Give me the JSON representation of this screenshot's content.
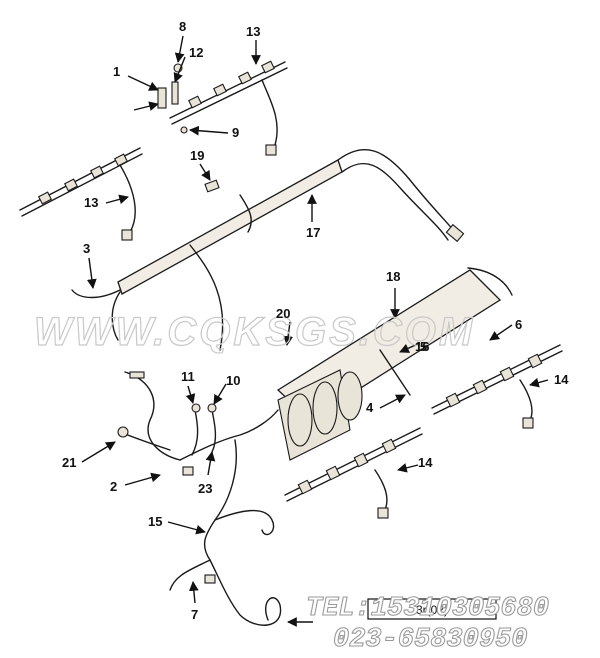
{
  "callouts": [
    "1",
    "2",
    "3",
    "4",
    "5",
    "6",
    "7",
    "8",
    "9",
    "10",
    "11",
    "12",
    "13",
    "13",
    "14",
    "14",
    "15",
    "16",
    "17",
    "18",
    "19",
    "20",
    "21",
    "23"
  ],
  "watermark": "WWW.CQKSGS.COM",
  "contact": {
    "tel": "TEL:15310305680",
    "phone": "023-65830950"
  },
  "figure_ref": "3r(02)"
}
